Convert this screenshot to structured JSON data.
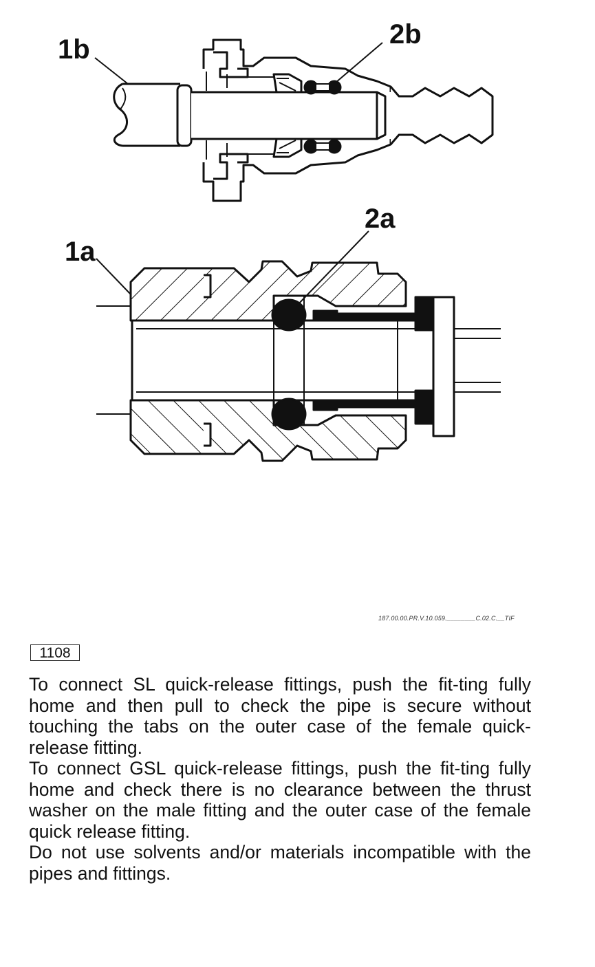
{
  "callouts": {
    "label_1b": "1b",
    "label_2b": "2b",
    "label_2a": "2a",
    "label_1a": "1a"
  },
  "file_reference": "187.00.00.PR.V.10.059.________C.02.C.__TIF",
  "figure_number": "1108",
  "instructions": [
    "To connect SL quick-release fittings, push the fit-ting fully home and then pull to check the pipe is secure without touching the tabs on the outer case of the female quick-release fitting.",
    "To connect GSL quick-release fittings, push the fit-ting fully home and check there is no clearance between the thrust washer on the male fitting and the outer case of the female quick release fitting.",
    "Do not use solvents and/or materials incompatible with the pipes and fittings."
  ]
}
